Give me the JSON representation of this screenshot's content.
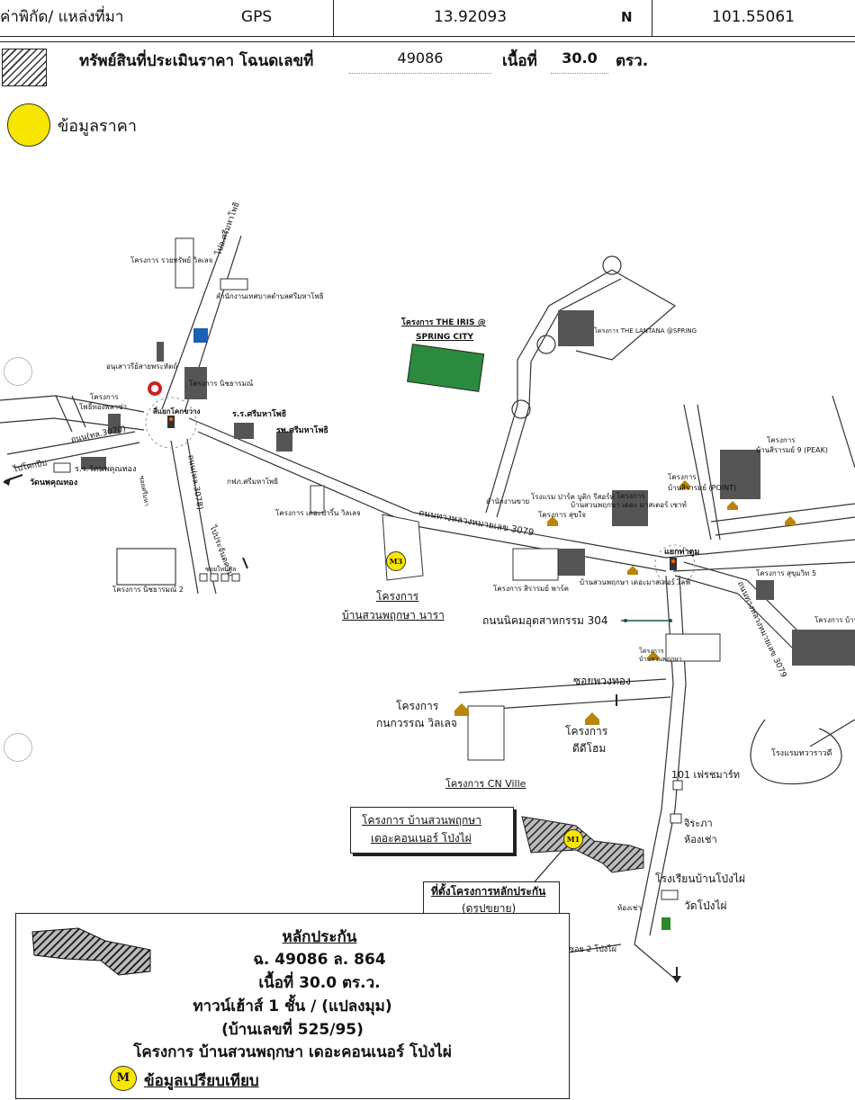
{
  "header": {
    "coord_label": "ค่าพิกัด/  แหล่งที่มา",
    "source": "GPS",
    "latitude": "13.92093",
    "north": "N",
    "longitude": "101.55061"
  },
  "subject": {
    "label": "ทรัพย์สินที่ประเมินราคา โฉนดเลขที่",
    "deed_no": "49086",
    "area_label": "เนื้อที่",
    "area_value": "30.0",
    "area_unit": "ตรว."
  },
  "price_legend": {
    "label": "ข้อมูลราคา"
  },
  "map": {
    "labels": {
      "ruamsap": "โครงการ รวยทรัพย์ วิลเลจ",
      "road_srimahapho": "ไปอ.ศรีมหาโพธิ",
      "municipal_office": "สำนักงานเทศบาลตำบลศรีมหาโพธิ",
      "monument": "อนุเสาวรีย์สายพระหัตถ์",
      "photong_1": "โครงการ",
      "photong_2": "โพธิ์ทองพลาซ่า",
      "nitcharam": "โครงการ นิชธารมณ์",
      "kokkwang": "สี่แยกโคกขวาง",
      "school_srimaha": "ร.ร.ศรีมหาโพธิ",
      "hospital": "รพ.ศรีมหาโพธิ",
      "to_kokpip": "ไปโคกปีบ",
      "road_3070": "ถนน(ทล.3070)",
      "school_wat": "ร.ร.วัดนพคุณทอง",
      "wat_nopkhun": "วัดนพคุณทอง",
      "road_3078": "ถนน(ทล.3078)",
      "soi_srimaha": "ซอยศรีมหา",
      "to_prachantakham": "ไปประจันตคาม",
      "soi_malai": "ซอยใหม่ศิล",
      "nitcharam2": "โครงการ นิชธารมณ์ 2",
      "pea": "กฟภ.ศรีมหาโพธิ",
      "chaoprawan": "โครงการ เดอะปาริ์น วิลเลจ",
      "iris_1": "โครงการ THE IRIS @",
      "iris_2": "SPRING CITY",
      "lantana": "โครงการ THE LANTANA @SPRING",
      "road_3079_main": "ถนนทางหลวงหมายเลข 3079",
      "sales_office": "สำนักงานขาย",
      "hotel": "โรงแรม ปาร์ค บูติก รีสอร์ท",
      "suksawat": "โครงการ สุขใจ",
      "phruksa_master_1": "โครงการ",
      "phruksa_master_2": "บ้านสวนพฤกษา เดอะ มาสเตอร์ เซาท์",
      "baan_sirarom_1": "โครงการ",
      "baan_sirarom_2": "บ้านสิรารมย์ (POINT)",
      "sirarom9_1": "โครงการ",
      "sirarom9_2": "บ้านสิรารมย์ 9 (PEAK)",
      "sirarom_park": "โครงการ สิรารมย์ พาร์ค",
      "phruksa_life": "บ้านสวนพฤกษา เดอะมาสเตอร์ ไลฟ์",
      "yaek_thakum": "แยกท่าตูม",
      "road_304": "ถนนนิคมอุตสาหกรรม 304",
      "road_3079_right": "ถนนทางหลวงหมายเลข 3079",
      "nara_1": "โครงการ",
      "nara_2": "บ้านสวนพฤกษา นารา",
      "soi_puangthong": "ซอยพวงทอง",
      "kanokwan_1": "โครงการ",
      "kanokwan_2": "กนกวรรณ วิลเลจ",
      "didihome_1": "โครงการ",
      "didihome_2": "ดีดีโฮม",
      "cn_ville": "โครงการ CN Ville",
      "fresh_mart": "101 เฟรชมาร์ท",
      "jirapa_1": "จิระภา",
      "jirapa_2": "ห้องเช่า",
      "school_pongpai": "โรงเรียนบ้านโป่งไผ่",
      "wat_pongpai": "วัดโป่งไผ่",
      "room_rent": "ห้องเช่า",
      "soi2_pongpai": "ซอย 2 โป่งไผ่",
      "hotel_thawali": "โรงแรมทวาราวดี",
      "sukhumvit5": "โครงการ สุขุมวิท 5",
      "project_right": "โครงการ บ้าน",
      "m1_badge": "M1",
      "m3_badge": "M3",
      "corner_project_1": "โครงการ",
      "corner_project_2": "บ้านสวนพฤกษา",
      "callout_project_1": "โครงการ บ้านสวนพฤกษา",
      "callout_project_2": "เดอะคอนเนอร์ โป่งไผ่",
      "callout_location_1": "ที่ตั้งโครงการหลักประกัน",
      "callout_location_2": "(ดูรูปขยาย)"
    }
  },
  "collateral_legend": {
    "title": "หลักประกัน",
    "line1": "ฉ. 49086 ล. 864",
    "line2": "เนื้อที่ 30.0 ตร.ว.",
    "line3": "ทาวน์เฮ้าส์ 1 ชั้น / (แปลงมุม)",
    "line4": "(บ้านเลขที่ 525/95)",
    "line5": "โครงการ บ้านสวนพฤกษา เดอะคอนเนอร์ โป่งไผ่",
    "comparison_badge": "M",
    "comparison_label": "ข้อมูลเปรียบเทียบ"
  }
}
